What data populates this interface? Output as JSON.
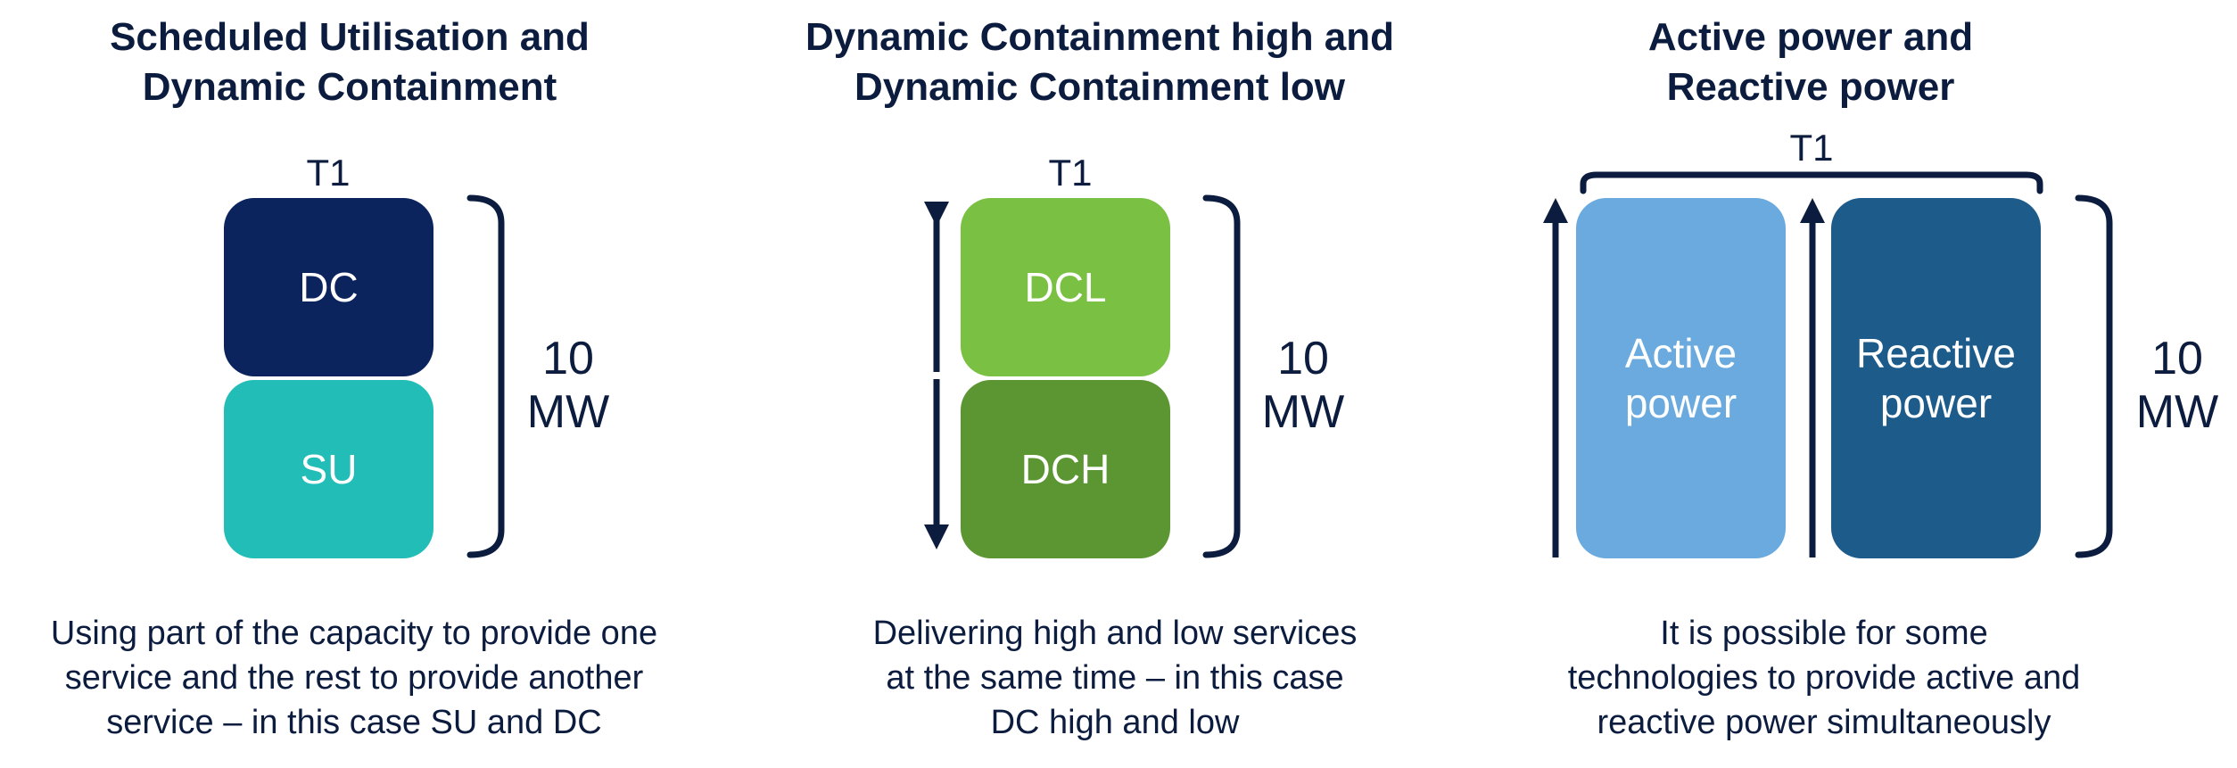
{
  "panel1": {
    "title_line1": "Scheduled Utilisation and",
    "title_line2": "Dynamic Containment",
    "time_label": "T1",
    "box_top": "DC",
    "box_bottom": "SU",
    "capacity_line1": "10",
    "capacity_line2": "MW",
    "desc_line1": "Using part of the capacity to provide one",
    "desc_line2": "service and the rest to provide another",
    "desc_line3": "service – in this case SU and DC"
  },
  "panel2": {
    "title_line1": "Dynamic Containment high and",
    "title_line2": "Dynamic Containment low",
    "time_label": "T1",
    "box_top": "DCL",
    "box_bottom": "DCH",
    "capacity_line1": "10",
    "capacity_line2": "MW",
    "desc_line1": "Delivering high and low services",
    "desc_line2": "at the same time – in this case",
    "desc_line3": "DC high and low"
  },
  "panel3": {
    "title_line1": "Active power and",
    "title_line2": "Reactive power",
    "time_label": "T1",
    "box_left_line1": "Active",
    "box_left_line2": "power",
    "box_right_line1": "Reactive",
    "box_right_line2": "power",
    "capacity_line1": "10",
    "capacity_line2": "MW",
    "desc_line1": "It is possible for some",
    "desc_line2": "technologies to provide active and",
    "desc_line3": "reactive power simultaneously"
  },
  "colors": {
    "navy": "#0c1c3f",
    "dc": "#0c245e",
    "su": "#23bdb8",
    "dcl": "#79c043",
    "dch": "#5b9632",
    "active": "#6aaade",
    "reactive": "#1d5b8a"
  },
  "icons": [
    "bracket-icon",
    "double-arrow-icon",
    "up-arrow-icon"
  ]
}
